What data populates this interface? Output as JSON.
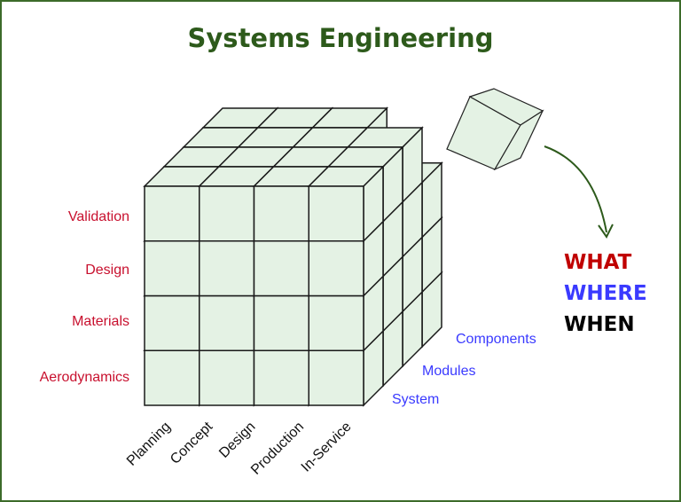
{
  "title": "Systems Engineering",
  "rows": [
    "Validation",
    "Design",
    "Materials",
    "Aerodynamics"
  ],
  "columns": [
    "Planning",
    "Concept",
    "Design",
    "Production",
    "In-Service"
  ],
  "depth": [
    "Components",
    "Modules",
    "System"
  ],
  "legend": {
    "what": "WHAT",
    "where": "WHERE",
    "when": "WHEN"
  },
  "colors": {
    "cube_fill": "#e4f2e4",
    "row_label": "#c8102e",
    "depth_label": "#3a3aff",
    "title": "#2d5a1b",
    "arrow": "#2d5a1b"
  }
}
